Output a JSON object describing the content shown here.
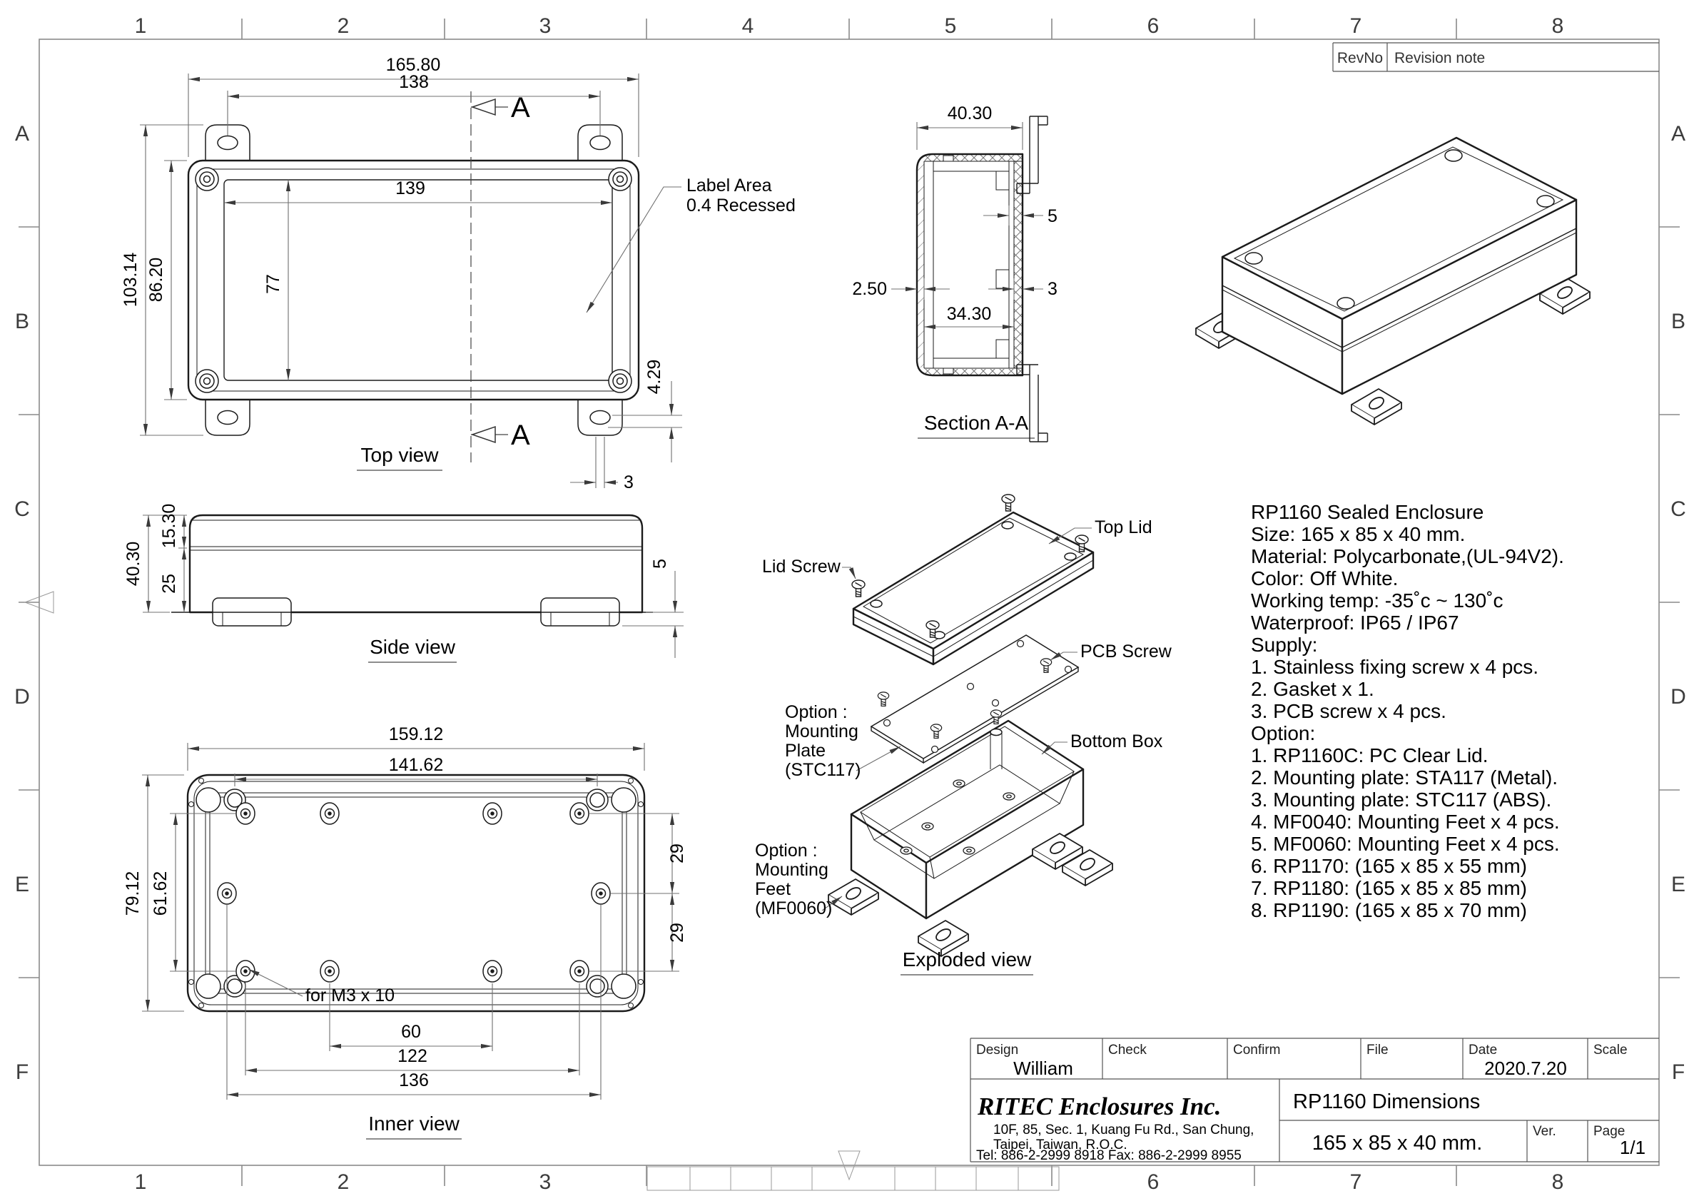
{
  "sheet": {
    "columns": [
      "1",
      "2",
      "3",
      "4",
      "5",
      "6",
      "7",
      "8"
    ],
    "rows": [
      "A",
      "B",
      "C",
      "D",
      "E",
      "F"
    ]
  },
  "revision": {
    "rev_no_label": "RevNo",
    "note_label": "Revision note"
  },
  "top_view": {
    "label": "Top view",
    "section_letter": "A",
    "callout": {
      "line1": "Label Area",
      "line2": "0.4 Recessed"
    },
    "dims": {
      "overall_width": "165.80",
      "mount_hole_span": "138",
      "label_width": "139",
      "label_height": "77",
      "overall_height": "103.14",
      "body_height": "86.20",
      "recess_depth": "4.29",
      "hole_offset": "3"
    }
  },
  "section_view": {
    "label": "Section A-A",
    "dims": {
      "overall_depth": "40.30",
      "lid_wall": "2.50",
      "rib_width": "5",
      "box_wall": "3",
      "inner_depth": "34.30"
    }
  },
  "side_view": {
    "label": "Side view",
    "dims": {
      "overall_height": "40.30",
      "lid_height": "15.30",
      "base_height": "25",
      "foot_height": "5"
    }
  },
  "inner_view": {
    "label": "Inner view",
    "thread_note": "for M3 x 10",
    "dims": {
      "inner_length": "159.12",
      "boss_span_x": "141.62",
      "inner_width": "79.12",
      "boss_span_y": "61.62",
      "boss_pitch_upper": "29",
      "boss_pitch_lower": "29",
      "pitch_60": "60",
      "pitch_122": "122",
      "pitch_136": "136"
    }
  },
  "exploded_view": {
    "label": "Exploded view",
    "callouts": {
      "top_lid": "Top Lid",
      "lid_screw": "Lid Screw",
      "pcb_screw": "PCB Screw",
      "bottom_box": "Bottom Box",
      "mounting_plate": [
        "Option :",
        "Mounting",
        "Plate",
        "(STC117)"
      ],
      "mounting_feet": [
        "Option :",
        "Mounting",
        "Feet",
        "(MF0060)"
      ]
    }
  },
  "specs": {
    "lines": [
      "RP1160 Sealed Enclosure",
      "Size: 165 x 85 x 40 mm.",
      "Material: Polycarbonate,(UL-94V2).",
      "Color: Off White.",
      "Working temp: -35˚c ~ 130˚c",
      "Waterproof: IP65 / IP67",
      "Supply:",
      "1. Stainless fixing screw x 4 pcs.",
      "2. Gasket x 1.",
      "3. PCB screw x 4 pcs.",
      "Option:",
      "1. RP1160C: PC Clear Lid.",
      "2. Mounting plate: STA117 (Metal).",
      "3. Mounting plate: STC117 (ABS).",
      "4. MF0040: Mounting Feet x 4 pcs.",
      "5. MF0060: Mounting Feet x 4 pcs.",
      "6. RP1170: (165 x 85 x 55 mm)",
      "7. RP1180: (165 x 85 x 85 mm)",
      "8. RP1190: (165 x 85 x 70 mm)"
    ]
  },
  "title_block": {
    "design_label": "Design",
    "design_value": "William",
    "check_label": "Check",
    "confirm_label": "Confirm",
    "file_label": "File",
    "date_label": "Date",
    "date_value": "2020.7.20",
    "scale_label": "Scale",
    "company_name": "RITEC Enclosures Inc.",
    "address_line1": "10F, 85, Sec. 1, Kuang Fu Rd., San Chung,",
    "address_line2": "Taipei, Taiwan, R.O.C.",
    "contact_line": "Tel: 886-2-2999 8918   Fax: 886-2-2999 8955",
    "drawing_title": "RP1160 Dimensions",
    "drawing_size": "165 x 85 x 40 mm.",
    "version_label": "Ver.",
    "page_label": "Page",
    "page_value": "1/1"
  },
  "colors": {
    "paper": "#ffffff",
    "line": "#1b1b1b",
    "dim_line": "#707070"
  }
}
